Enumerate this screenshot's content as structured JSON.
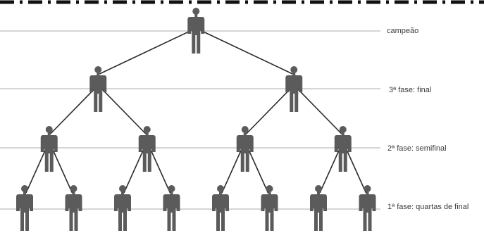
{
  "colors": {
    "background": "#ffffff",
    "figure": "#5b5b5b",
    "connector": "#2b2b2b",
    "level_line": "#bdbdbd",
    "label": "#3a3a3a",
    "top_border": "#111111"
  },
  "icons": {
    "competitor": "person-silhouette-icon"
  },
  "levels": [
    {
      "key": "champion",
      "label": "campeão",
      "competitors": 1
    },
    {
      "key": "final",
      "label": "3ª fase: final",
      "competitors": 2
    },
    {
      "key": "semifinal",
      "label": "2ª fase: semifinal",
      "competitors": 4
    },
    {
      "key": "quarterfinal",
      "label": "1ª fase: quartas de final",
      "competitors": 8
    }
  ]
}
